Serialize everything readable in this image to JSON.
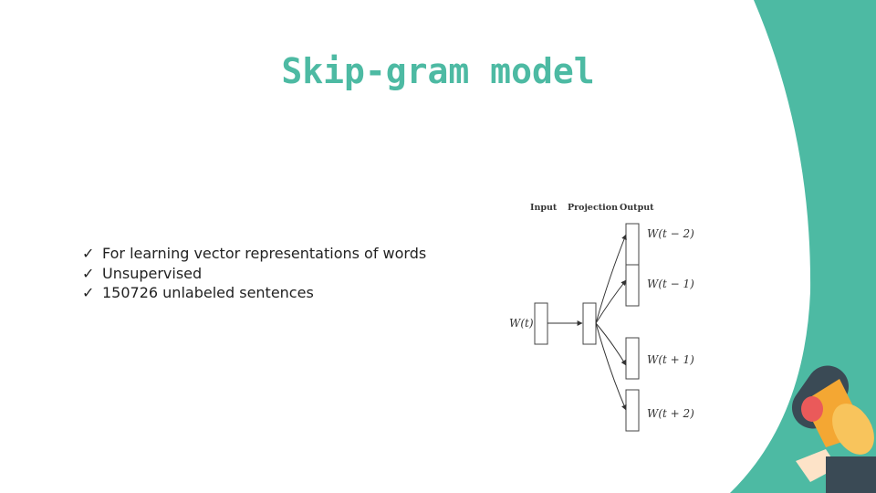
{
  "title": "Skip-gram model",
  "bullet_icon": "checkmark-icon",
  "bullets": [
    "For learning vector representations of words",
    "Unsupervised",
    "150726 unlabeled sentences"
  ],
  "diagram": {
    "headers": {
      "input": "Input",
      "projection": "Projection",
      "output": "Output"
    },
    "input_label": "W(t)",
    "output_labels": [
      "W(t − 2)",
      "W(t − 1)",
      "W(t + 1)",
      "W(t + 2)"
    ]
  },
  "decoration": {
    "shape": "teal-curved-side-panel",
    "icon": "megaphone-icon",
    "colors": {
      "accent": "#4dbaa3",
      "megaphone_body": "#f4a733",
      "megaphone_bell": "#ea5a5a"
    }
  }
}
